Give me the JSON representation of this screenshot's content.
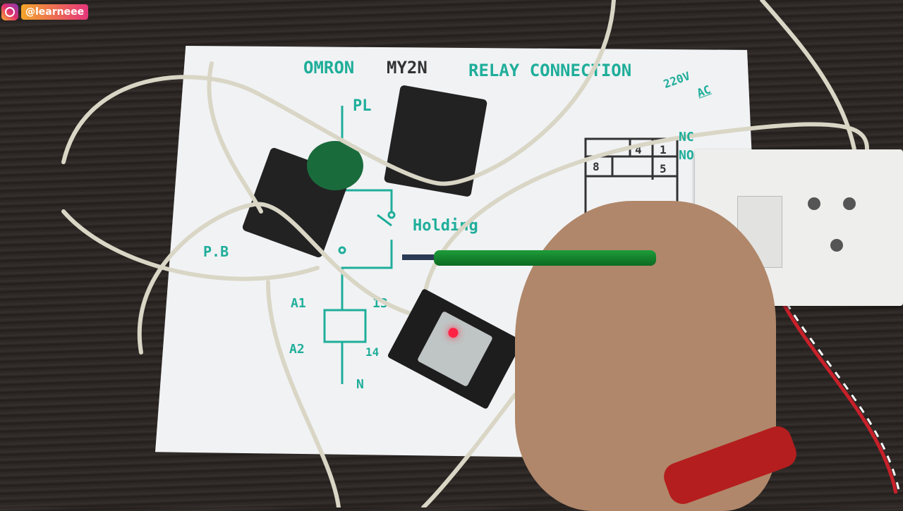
{
  "watermark": {
    "platform_icon": "instagram-icon",
    "handle": "@learneee"
  },
  "diagram": {
    "title_brand": "OMRON",
    "title_model": "MY2N",
    "title_rest": "RELAY CONNECTION",
    "voltage": "220V",
    "current_type": "AC",
    "pl": "PL",
    "nc": "NC",
    "no": "NO",
    "pin_4": "4",
    "pin_1": "1",
    "pin_8": "8",
    "pin_5": "5",
    "holding": "Holding",
    "pb": "P.B",
    "a1": "A1",
    "a2": "A2",
    "t13": "13",
    "t14": "14",
    "n": "N"
  },
  "colors": {
    "ink": "#1fae9a",
    "paper": "#f1f2f4",
    "table": "#2b2624",
    "screwdriver": "#1e9c3a"
  }
}
